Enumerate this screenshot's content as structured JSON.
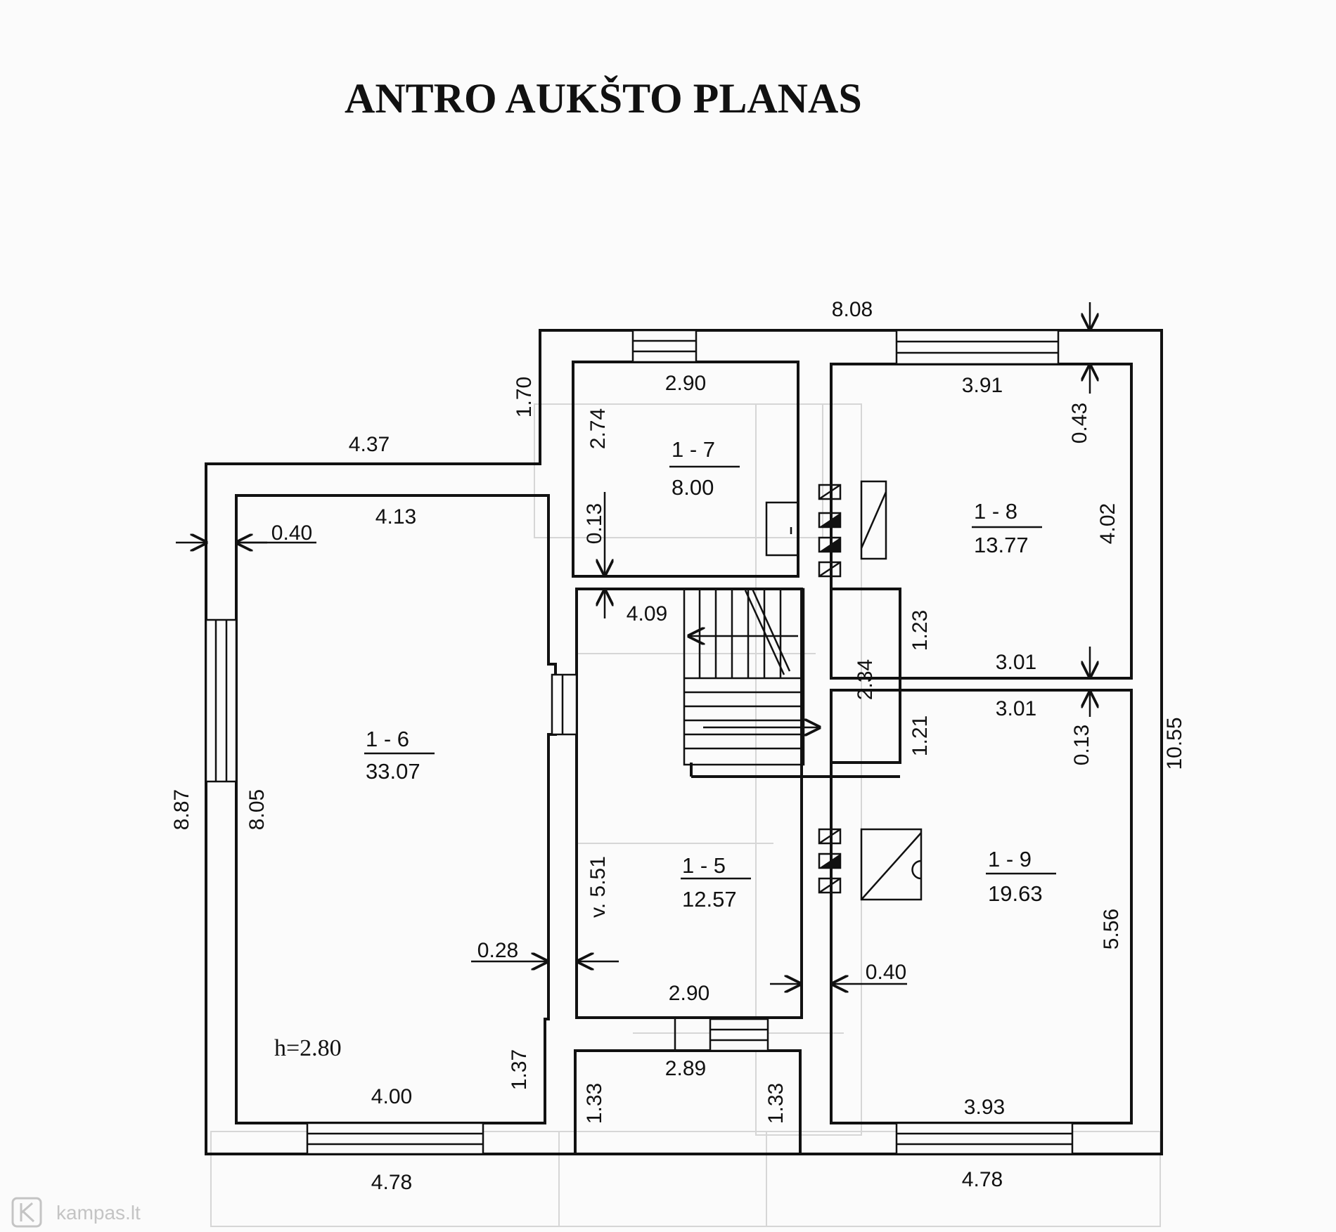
{
  "title": "ANTRO AUKŠTO PLANAS",
  "watermark": "kampas.lt",
  "ceiling_height": "h=2.80",
  "rooms": [
    {
      "id": "1 - 5",
      "area": "12.57"
    },
    {
      "id": "1 - 6",
      "area": "33.07"
    },
    {
      "id": "1 - 7",
      "area": "8.00"
    },
    {
      "id": "1 - 8",
      "area": "13.77"
    },
    {
      "id": "1 - 9",
      "area": "19.63"
    }
  ],
  "dimensions": {
    "top_total": "8.08",
    "right_total": "10.55",
    "left_total": "8.87",
    "left_inner": "8.05",
    "bottom_left": "4.78",
    "bottom_right": "4.78",
    "wing_top_outer": "4.37",
    "wing_top_inner": "4.13",
    "wall_thickness_left": "0.40",
    "jog_height": "1.70",
    "room7_width": "2.90",
    "room7_height": "2.74",
    "room7_gap": "0.13",
    "room8_width": "3.91",
    "room8_height": "4.02",
    "room8_wall": "0.43",
    "corridor_width": "4.09",
    "hall_width_top": "3.01",
    "hall_width_bottom": "3.01",
    "hall_door_1": "1.23",
    "hall_door_2": "1.21",
    "hall_height": "2.34",
    "room9_wall": "0.13",
    "room9_height": "5.56",
    "room9_width": "3.93",
    "room9_inner_wall": "0.40",
    "room5_height": "v. 5.51",
    "room5_width": "2.90",
    "partition": "0.28",
    "room6_bottom": "4.00",
    "room6_nook": "1.37",
    "bath_width": "2.89",
    "bath_left": "1.33",
    "bath_right": "1.33"
  }
}
